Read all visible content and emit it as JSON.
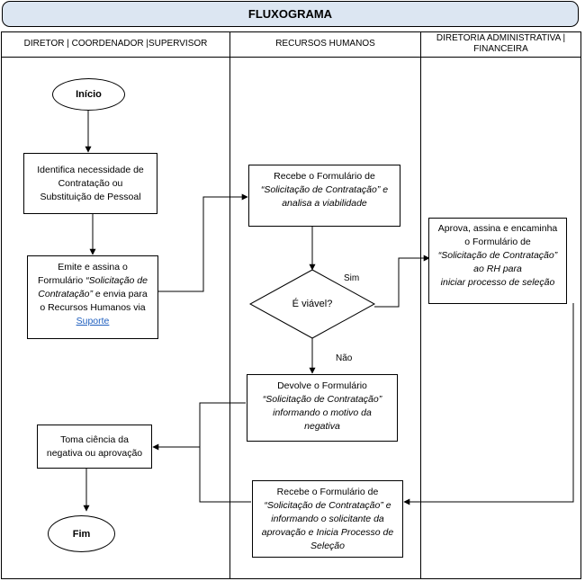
{
  "title": "FLUXOGRAMA",
  "lanes": {
    "director": "DIRETOR | COORDENADOR |SUPERVISOR",
    "hr": "RECURSOS HUMANOS",
    "admin_line1": "DIRETORIA ADMINISTRATIVA |",
    "admin_line2": "FINANCEIRA"
  },
  "nodes": {
    "start": "Início",
    "identify": {
      "line1": "Identifica necessidade de",
      "line2": "Contratação ou",
      "line3": "Substituição de Pessoal"
    },
    "emit": {
      "text1": "Emite e assina o",
      "text2": "Formulário ",
      "form_name": "“Solicitação de Contratação”",
      "text3": " e envia para",
      "text4": "o Recursos Humanos via ",
      "link": "Suporte"
    },
    "receive": {
      "text1": "Recebe o Formulário de",
      "form_name": "“Solicitação de Contratação”",
      "text2": " e",
      "text3": "analisa a viabilidade"
    },
    "decision": "É viável?",
    "return": {
      "text1": "Devolve o Formulário",
      "form_name": "“Solicitação de Contratação”",
      "text2": "informando o motivo da",
      "text3": "negativa"
    },
    "approve": {
      "text1": "Aprova, assina e encaminha",
      "text2": "o Formulário de",
      "form_name": "“Solicitação de Contratação”",
      "text3": " ao RH para",
      "text4": "iniciar processo de seleção"
    },
    "aware": {
      "line1": "Toma ciência da",
      "line2": "negativa ou aprovação"
    },
    "receive_final": {
      "text1": "Recebe o Formulário de",
      "form_name": "“Solicitação de Contratação”",
      "text2": " e",
      "text3": "informando o solicitante da",
      "text4": "aprovação e Inicia Processo de",
      "text5": "Seleção"
    },
    "end": "Fim"
  },
  "edges": {
    "yes": "Sim",
    "no": "Não"
  }
}
